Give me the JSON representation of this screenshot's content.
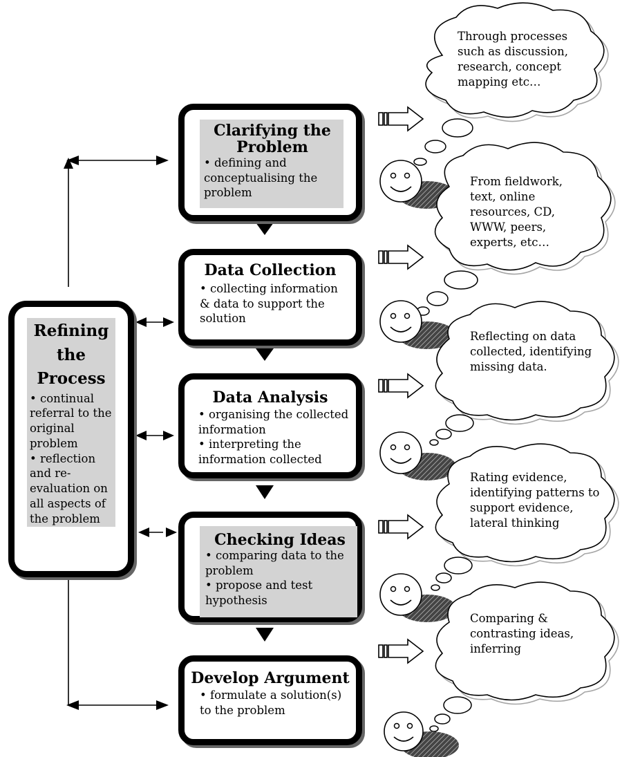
{
  "stages": [
    {
      "title": "Clarifying the Problem",
      "bullets": [
        "• defining and conceptualising the problem"
      ]
    },
    {
      "title": "Data Collection",
      "bullets": [
        "• collecting information & data to support the solution"
      ]
    },
    {
      "title": "Data Analysis",
      "bullets": [
        "• organising the collected information",
        "• interpreting the information collected"
      ]
    },
    {
      "title": "Checking Ideas",
      "bullets": [
        "• comparing data to the problem",
        "• propose and test hypothesis"
      ]
    },
    {
      "title": "Develop Argument",
      "bullets": [
        "• formulate a solution(s) to the problem"
      ]
    }
  ],
  "refine": {
    "title_line1": "Refining",
    "title_line2": "the",
    "title_line3": "Process",
    "bullets": [
      "• continual referral to the original problem",
      "• reflection and re-evaluation on all aspects of the problem"
    ]
  },
  "thoughts": [
    "Through processes such as discussion, research, concept mapping etc…",
    "From fieldwork, text, online resources, CD, WWW, peers, experts, etc…",
    "Reflecting on data collected, identifying missing data.",
    "Rating evidence, identifying patterns to support evidence, lateral thinking",
    "Comparing & contrasting ideas, inferring"
  ],
  "colors": {
    "panel_shade": "#d3d3d3",
    "border": "#000000",
    "shadow": "#666666"
  }
}
